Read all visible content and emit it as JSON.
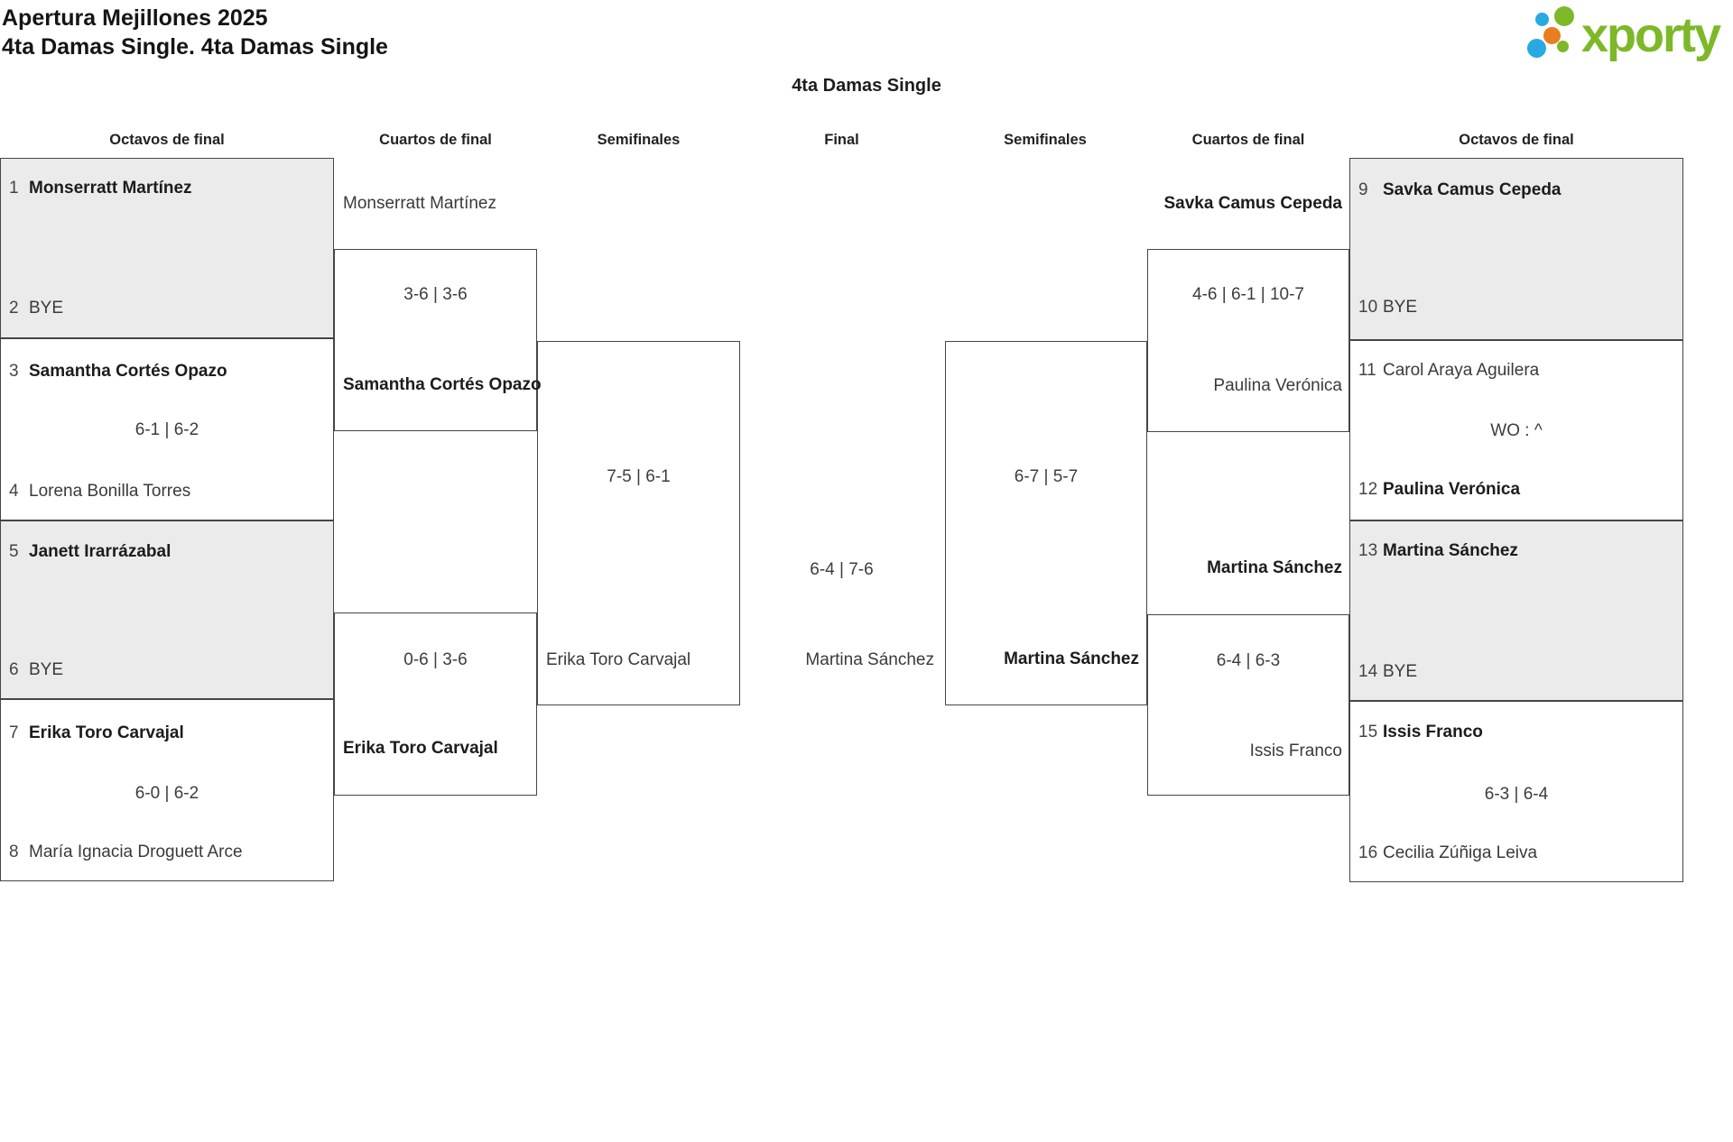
{
  "header": {
    "title_line1": "Apertura Mejillones 2025",
    "title_line2": "4ta Damas Single. 4ta Damas Single",
    "logo_text": "xporty"
  },
  "bracket": {
    "title": "4ta Damas Single",
    "rounds": [
      "Octavos de final",
      "Cuartos de final",
      "Semifinales",
      "Final",
      "Semifinales",
      "Cuartos de final",
      "Octavos de final"
    ]
  },
  "colors": {
    "logo_green": "#7db829",
    "logo_blue": "#29a9e1",
    "logo_orange": "#e87e1e",
    "bye_box_fill": "#ebebeb",
    "box_border": "#454545"
  },
  "octavos_left": {
    "m1": {
      "seed1": "1",
      "p1": "Monserratt Martínez",
      "seed2": "2",
      "p2": "BYE"
    },
    "m2": {
      "seed1": "3",
      "p1": "Samantha Cortés Opazo",
      "score": "6-1 | 6-2",
      "seed2": "4",
      "p2": "Lorena Bonilla Torres"
    },
    "m3": {
      "seed1": "5",
      "p1": "Janett Irarrázabal",
      "seed2": "6",
      "p2": "BYE"
    },
    "m4": {
      "seed1": "7",
      "p1": "Erika Toro Carvajal",
      "score": "6-0 | 6-2",
      "seed2": "8",
      "p2": "María Ignacia Droguett Arce"
    }
  },
  "quarterfinals_left": {
    "m1": {
      "p1": "Monserratt Martínez",
      "score": "3-6 | 3-6",
      "winner": "Samantha Cortés Opazo"
    },
    "m2": {
      "score": "0-6 | 3-6",
      "winner": "Erika Toro Carvajal"
    }
  },
  "semifinal_left": {
    "score": "7-5 | 6-1",
    "winner": "Erika Toro Carvajal"
  },
  "final": {
    "score": "6-4 | 7-6",
    "winner": "Martina Sánchez"
  },
  "semifinal_right": {
    "score": "6-7 | 5-7",
    "winner": "Martina Sánchez"
  },
  "quarterfinals_right": {
    "m1": {
      "p1": "Savka Camus Cepeda",
      "score": "4-6 | 6-1 | 10-7",
      "p2": "Paulina Verónica"
    },
    "m2": {
      "p1": "Martina Sánchez",
      "score": "6-4 | 6-3",
      "p2": "Issis Franco"
    }
  },
  "octavos_right": {
    "m1": {
      "seed1": "9",
      "p1": "Savka Camus Cepeda",
      "seed2": "10",
      "p2": "BYE"
    },
    "m2": {
      "seed1": "11",
      "p1": "Carol Araya Aguilera",
      "score": "WO : ^",
      "seed2": "12",
      "p2": "Paulina Verónica"
    },
    "m3": {
      "seed1": "13",
      "p1": "Martina Sánchez",
      "seed2": "14",
      "p2": "BYE"
    },
    "m4": {
      "seed1": "15",
      "p1": "Issis Franco",
      "score": "6-3 | 6-4",
      "seed2": "16",
      "p2": "Cecilia Zúñiga Leiva"
    }
  }
}
